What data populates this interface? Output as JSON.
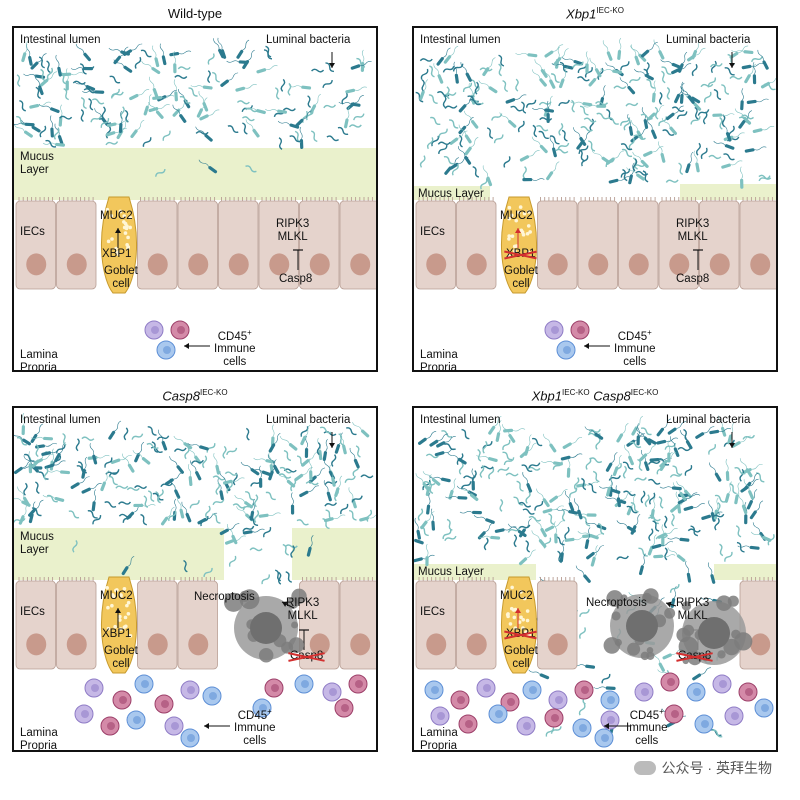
{
  "panels": [
    {
      "title_italic": "",
      "title_plain": "Wild-type",
      "title_sup": "",
      "title_italic2": "",
      "title_sup2": "",
      "variant": "wt"
    },
    {
      "title_italic": "Xbp1",
      "title_plain": "",
      "title_sup": "IEC-KO",
      "title_italic2": "",
      "title_sup2": "",
      "variant": "xbp1"
    },
    {
      "title_italic": "Casp8",
      "title_plain": "",
      "title_sup": "IEC-KO",
      "title_italic2": "",
      "title_sup2": "",
      "variant": "casp8"
    },
    {
      "title_italic": "Xbp1",
      "title_plain": "",
      "title_sup": "IEC-KO",
      "title_italic2": "Casp8",
      "title_sup2": "IEC-KO",
      "variant": "dko"
    }
  ],
  "labels": {
    "lumen": "Intestinal lumen",
    "bacteria": "Luminal bacteria",
    "mucus_two_line_1": "Mucus",
    "mucus_two_line_2": "Layer",
    "mucus_one_line": "Mucus Layer",
    "iecs": "IECs",
    "muc2": "MUC2",
    "xbp1": "XBP1",
    "goblet_1": "Goblet",
    "goblet_2": "cell",
    "ripk3": "RIPK3",
    "mlkl": "MLKL",
    "casp8": "Casp8",
    "necroptosis": "Necroptosis",
    "cd45": "CD45",
    "cd45_sup": "+",
    "immune_1": "Immune",
    "immune_2": "cells",
    "lamina_1": "Lamina",
    "lamina_2": "Propria"
  },
  "watermark": "公众号 · 英拜生物",
  "colors": {
    "mucus": "#eaf1cc",
    "iec_fill": "#e5d3cc",
    "iec_nucleus": "#c89a8c",
    "goblet": "#f2c75c",
    "bacteria_dark": "#2b7a8e",
    "bacteria_light": "#7ec1c0",
    "necrotic": "#888888",
    "inhibit_red": "#d32f2f"
  }
}
